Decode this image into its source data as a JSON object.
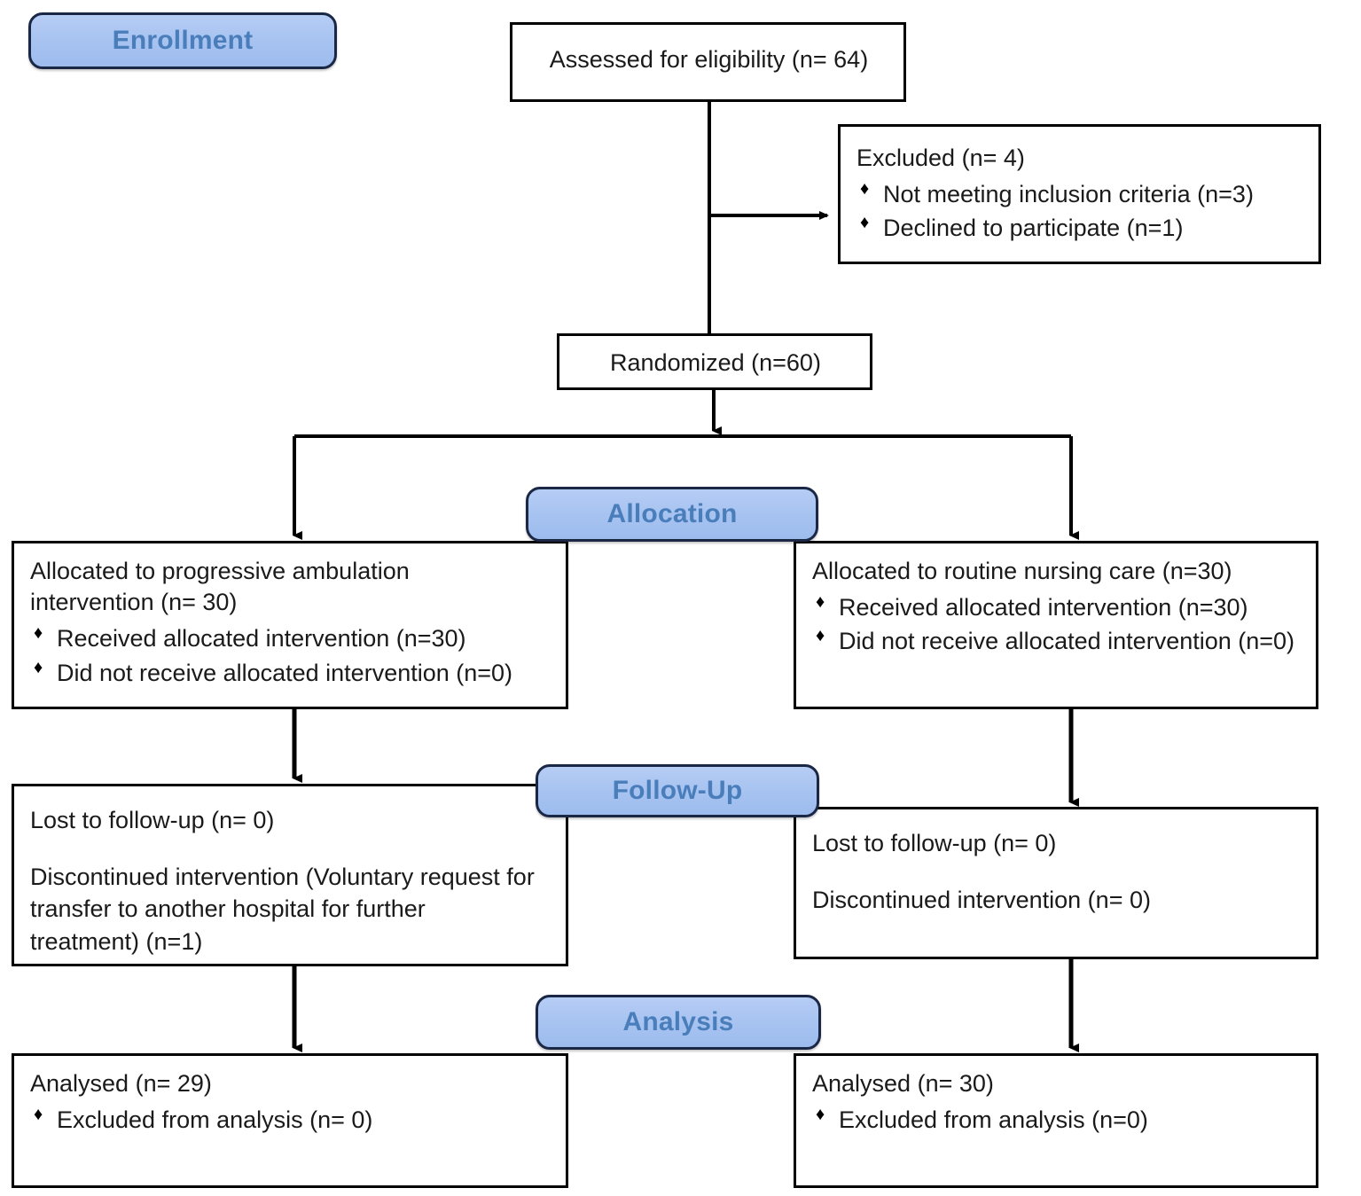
{
  "diagram": {
    "type": "consort-flow-diagram",
    "title": "CONSORT participant flow diagram",
    "colors": {
      "badge_fill": "#a6c2f0",
      "badge_border": "#1b2845",
      "badge_text": "#4a7ebb",
      "box_border": "#000000",
      "box_fill": "#ffffff",
      "text": "#1a1a1a"
    },
    "bullet_glyph": "♦"
  },
  "stages": {
    "enrollment": "Enrollment",
    "allocation": "Allocation",
    "follow_up": "Follow-Up",
    "analysis": "Analysis"
  },
  "nodes": {
    "assessed": {
      "title": "Assessed for eligibility (n= 64)"
    },
    "excluded": {
      "title": "Excluded  (n= 4)",
      "bullets": [
        "Not meeting inclusion criteria (n=3)",
        "Declined to participate (n=1)"
      ]
    },
    "randomized": {
      "title": "Randomized (n=60)"
    },
    "alloc_left": {
      "title": "Allocated to progressive ambulation intervention (n= 30)",
      "bullets": [
        "Received allocated intervention (n=30)",
        "Did not receive allocated intervention (n=0)"
      ]
    },
    "alloc_right": {
      "title": "Allocated to routine nursing care (n=30)",
      "bullets": [
        "Received allocated intervention (n=30)",
        "Did not receive allocated intervention (n=0)"
      ]
    },
    "followup_left": {
      "line1": "Lost to follow-up (n= 0)",
      "line2": "Discontinued intervention (Voluntary request for transfer to another hospital for further treatment) (n=1)"
    },
    "followup_right": {
      "line1": "Lost to follow-up (n= 0)",
      "line2": "Discontinued intervention (n= 0)"
    },
    "analysis_left": {
      "title": "Analysed (n= 29)",
      "bullets": [
        "Excluded from analysis (n= 0)"
      ]
    },
    "analysis_right": {
      "title": "Analysed (n= 30)",
      "bullets": [
        "Excluded from analysis (n=0)"
      ]
    }
  }
}
